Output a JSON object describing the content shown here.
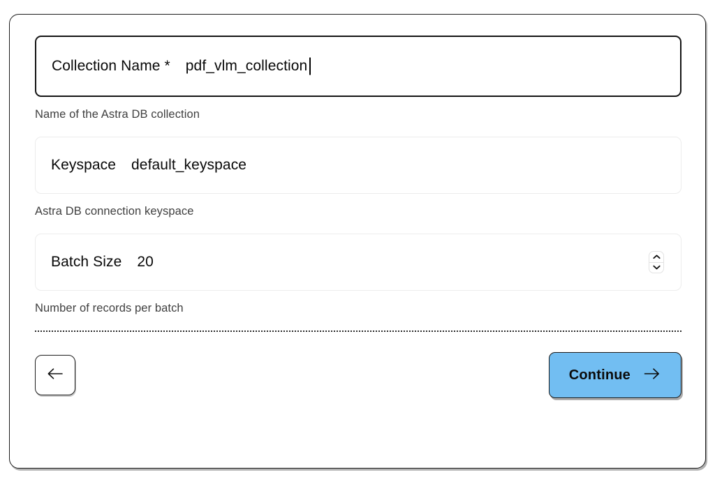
{
  "card": {
    "accent_color": "#72bef2",
    "border_color": "#1b1b1b"
  },
  "form": {
    "fields": [
      {
        "label": "Collection Name *",
        "value": "pdf_vlm_collection",
        "helper": "Name of the Astra DB collection",
        "focused": true,
        "has_caret": true,
        "has_stepper": false
      },
      {
        "label": "Keyspace",
        "value": "default_keyspace",
        "helper": "Astra DB connection keyspace",
        "focused": false,
        "has_caret": false,
        "has_stepper": false
      },
      {
        "label": "Batch Size",
        "value": "20",
        "helper": "Number of records per batch",
        "focused": false,
        "has_caret": false,
        "has_stepper": true
      }
    ]
  },
  "footer": {
    "back_icon": "arrow-left-icon",
    "continue_label": "Continue",
    "continue_icon": "arrow-right-icon"
  },
  "icons": {
    "stepper_up": "chevron-up-icon",
    "stepper_down": "chevron-down-icon"
  }
}
